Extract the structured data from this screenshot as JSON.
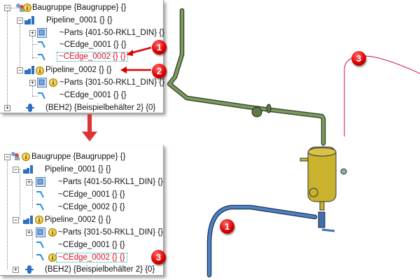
{
  "tree_before": {
    "rows": [
      "Baugruppe {Baugruppe} {}",
      "Pipeline_0001 {} {}",
      "~Parts {401-50-RKL1_DIN} {}",
      "~CEdge_0001 {} {}",
      "~CEdge_0002 {} {}",
      "Pipeline_0002 {} {}",
      "~Parts {301-50-RKL1_DIN} {}",
      "~CEdge_0001 {} {}",
      "(BEH2) {Beispielbehälter 2} {0}"
    ]
  },
  "tree_after": {
    "rows": [
      "Baugruppe {Baugruppe} {}",
      "Pipeline_0001 {} {}",
      "~Parts {401-50-RKL1_DIN} {}",
      "~CEdge_0001 {} {}",
      "~CEdge_0002 {} {}",
      "Pipeline_0002 {} {}",
      "~Parts {301-50-RKL1_DIN} {}",
      "~CEdge_0001 {} {}",
      "~CEdge_0002 {} {}",
      "(BEH2) {Beispielbehälter 2} {0}"
    ]
  },
  "callouts": {
    "one": "1",
    "two": "2",
    "three": "3"
  },
  "info_glyph": "i",
  "colors": {
    "selected": "#e0101e",
    "callout": "#d00000",
    "pipe_green": "#5e7a44",
    "pipe_blue": "#3f6fb0",
    "vessel": "#c9b22e",
    "edge_line": "#d0103a"
  }
}
